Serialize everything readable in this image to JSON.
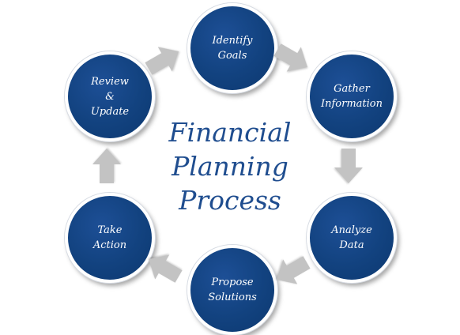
{
  "title": "Financial\nPlanning\nProcess",
  "steps": [
    {
      "label": "Identify\nGoals"
    },
    {
      "label": "Gather\nInformation"
    },
    {
      "label": "Analyze\nData"
    },
    {
      "label": "Propose\nSolutions"
    },
    {
      "label": "Take\nAction"
    },
    {
      "label": "Review\n&\nUpdate"
    }
  ],
  "colors": {
    "node_fill": "#12427f",
    "title_text": "#1f4d8f",
    "arrow_fill": "#c3c3c3"
  },
  "icons": [
    "chevron-arrow-icon"
  ]
}
